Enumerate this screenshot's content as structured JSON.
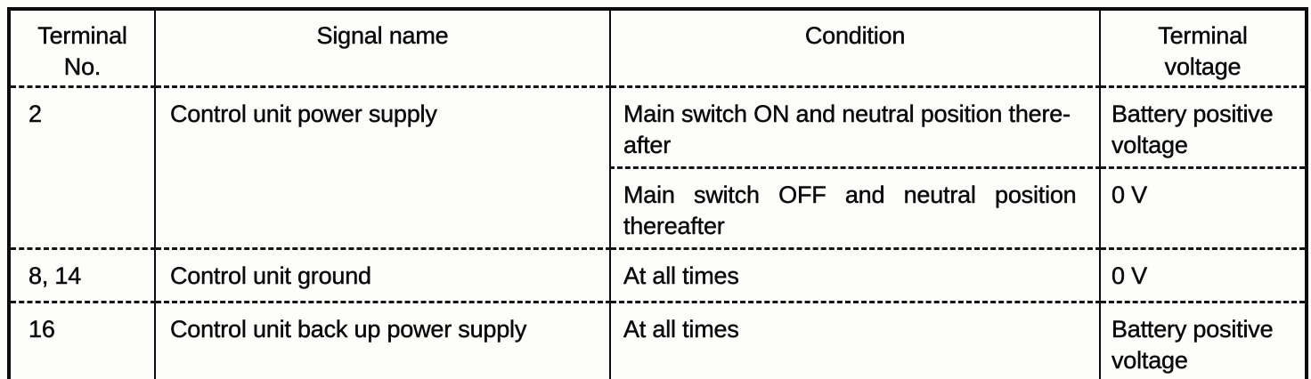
{
  "table": {
    "headers": {
      "terminal_no": "Terminal\nNo.",
      "signal_name": "Signal name",
      "condition": "Condition",
      "terminal_voltage": "Terminal\nvoltage"
    },
    "rows": [
      {
        "terminal": "2",
        "signal": "Control unit power supply",
        "conditions": [
          {
            "condition": "Main switch ON and neutral position there-\nafter",
            "voltage": "Battery positive\nvoltage"
          },
          {
            "condition": "Main switch OFF and neutral position\nthereafter",
            "voltage": "0 V"
          }
        ]
      },
      {
        "terminal": "8, 14",
        "signal": "Control unit ground",
        "conditions": [
          {
            "condition": "At all times",
            "voltage": "0 V"
          }
        ]
      },
      {
        "terminal": "16",
        "signal": "Control unit back up power supply",
        "conditions": [
          {
            "condition": "At all times",
            "voltage": "Battery positive\nvoltage"
          }
        ]
      }
    ]
  }
}
